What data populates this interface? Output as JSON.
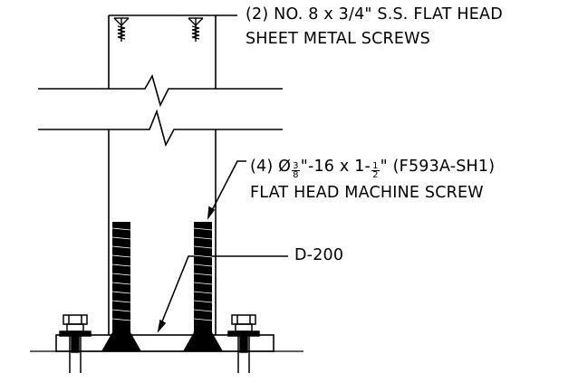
{
  "labels": {
    "screw1_line1": "(2) NO. 8 x 3/4\" S.S. FLAT HEAD",
    "screw1_line2": "SHEET METAL SCREWS",
    "screw2_prefix": "(4) Ø",
    "screw2_frac1_num": "3",
    "screw2_frac1_den": "8",
    "screw2_mid": "\"-16 x 1-",
    "screw2_frac2_num": "1",
    "screw2_frac2_den": "2",
    "screw2_suffix": "\" (F593A-SH1)",
    "screw2_line2": "FLAT HEAD MACHINE SCREW",
    "part_tag": "D-200"
  },
  "colors": {
    "line": "#000000",
    "background": "#ffffff"
  }
}
